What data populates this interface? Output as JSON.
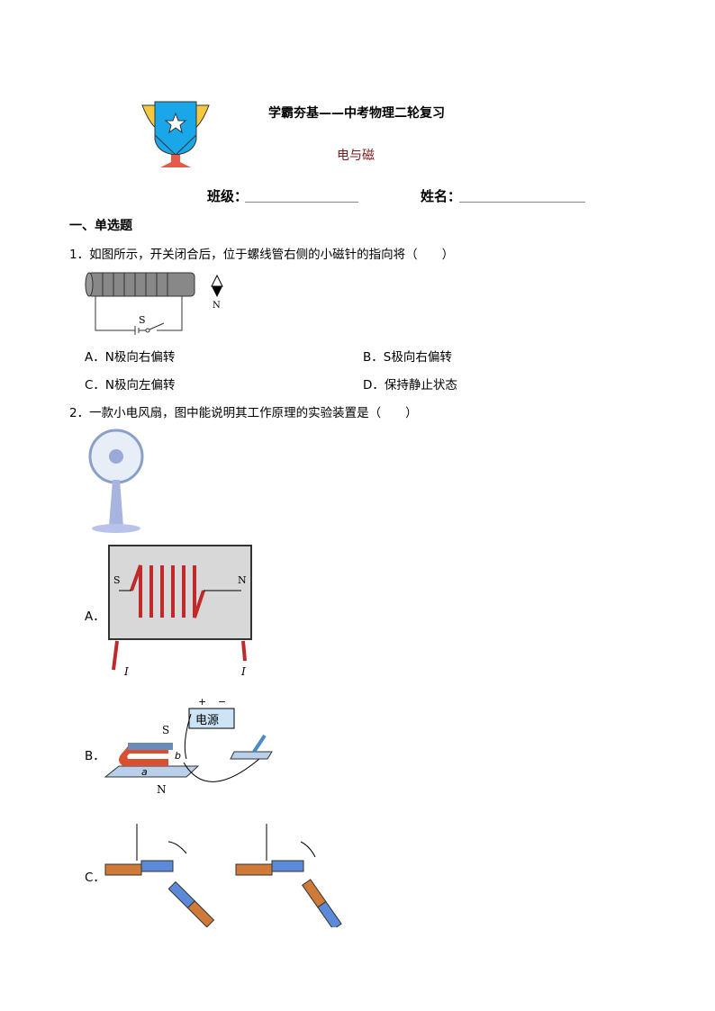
{
  "header": {
    "title": "学霸夯基——中考物理二轮复习",
    "subtitle": "电与磁",
    "class_label": "班级：",
    "name_label": "姓名："
  },
  "section": {
    "title": "一、单选题"
  },
  "questions": [
    {
      "text": "1．如图所示，开关闭合后，位于螺线管右侧的小磁针的指向将（　　）",
      "figure_labels": {
        "switch": "S",
        "needle": "N"
      },
      "options": [
        "A．N极向右偏转",
        "B．S极向右偏转",
        "C．N极向左偏转",
        "D．保持静止状态"
      ]
    },
    {
      "text": "2．一款小电风扇，图中能说明其工作原理的实验装置是（　　）",
      "options": [
        "A．",
        "B．",
        "C．"
      ],
      "figure_labels": {
        "a_s": "S",
        "a_n": "N",
        "a_i1": "I",
        "a_i2": "I",
        "b_power": "电源",
        "b_plus": "+",
        "b_minus": "−",
        "b_s": "S",
        "b_n": "N",
        "b_a": "a",
        "b_b": "b"
      }
    }
  ]
}
